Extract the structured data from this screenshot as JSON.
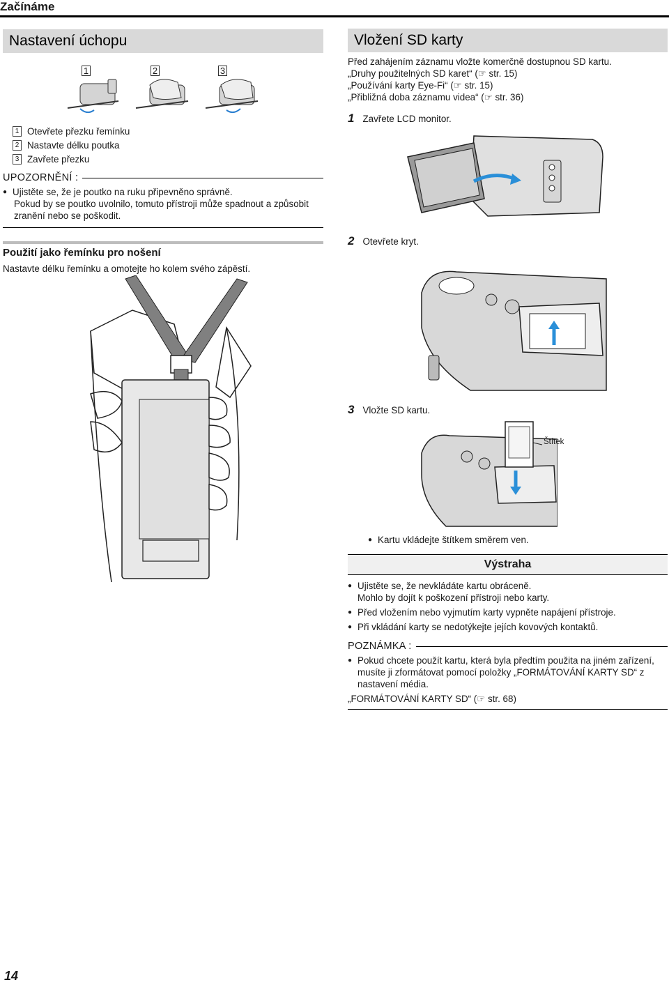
{
  "header": {
    "section": "Začínáme"
  },
  "left": {
    "title": "Nastavení úchopu",
    "grip_step_labels": [
      "1",
      "2",
      "3"
    ],
    "grip_steps": [
      {
        "num": "1",
        "text": "Otevřete přezku řemínku"
      },
      {
        "num": "2",
        "text": "Nastavte délku poutka"
      },
      {
        "num": "3",
        "text": "Zavřete přezku"
      }
    ],
    "caution": {
      "heading": "UPOZORNĚNÍ :",
      "bullet_line1": "Ujistěte se, že je poutko na ruku připevněno správně.",
      "bullet_line2": "Pokud by se poutko uvolnilo, tomuto přístroji může spadnout a způsobit",
      "bullet_line3": "zranění nebo se poškodit."
    },
    "strap": {
      "heading": "Použití jako řemínku pro nošení",
      "text": "Nastavte délku řemínku a omotejte ho kolem svého zápěstí."
    }
  },
  "right": {
    "title": "Vložení SD karty",
    "intro": [
      "Před zahájením záznamu vložte komerčně dostupnou SD kartu.",
      "„Druhy použitelných SD karet“ (☞ str. 15)",
      "„Používání karty Eye-Fi“ (☞ str. 15)",
      "„Přibližná doba záznamu videa“ (☞ str. 36)"
    ],
    "steps": [
      {
        "num": "1",
        "text": "Zavřete LCD monitor."
      },
      {
        "num": "2",
        "text": "Otevřete kryt."
      },
      {
        "num": "3",
        "text": "Vložte SD kartu."
      }
    ],
    "label_stitek": "Štítek",
    "card_bullet": "Kartu vkládejte štítkem směrem ven.",
    "warning": {
      "title": "Výstraha",
      "b1_line1": "Ujistěte se, že nevkládáte kartu obráceně.",
      "b1_line2": "Mohlo by dojít k poškození přístroji nebo karty.",
      "b2": "Před vložením nebo vyjmutím karty vypněte napájení přístroje.",
      "b3": "Při vkládání karty se nedotýkejte jejích kovových kontaktů."
    },
    "note": {
      "heading": "POZNÁMKA :",
      "b1_line1": "Pokud chcete použít kartu, která byla předtím použita na jiném zařízení,",
      "b1_line2": "musíte ji zformátovat pomocí položky „FORMÁTOVÁNÍ KARTY SD“ z",
      "b1_line3": "nastavení média.",
      "link": "„FORMÁTOVÁNÍ KARTY SD“ (☞ str. 68)"
    }
  },
  "page_number": "14"
}
